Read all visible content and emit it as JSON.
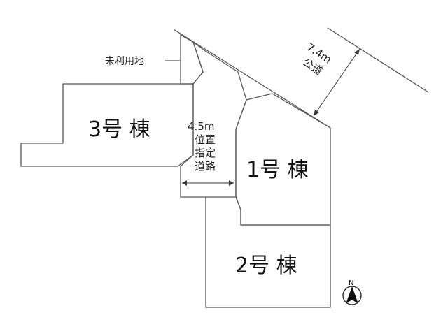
{
  "buildings": {
    "b3": {
      "label": "3号 棟"
    },
    "b1": {
      "label": "1号 棟"
    },
    "b2": {
      "label": "2号 棟"
    }
  },
  "unused_land": {
    "label": "未利用地"
  },
  "private_road": {
    "width": "4.5m",
    "lines": [
      "位置",
      "指定",
      "道路"
    ]
  },
  "public_road": {
    "width": "7.4m",
    "label": "公道"
  },
  "north_arrow": {
    "letter": "N"
  }
}
